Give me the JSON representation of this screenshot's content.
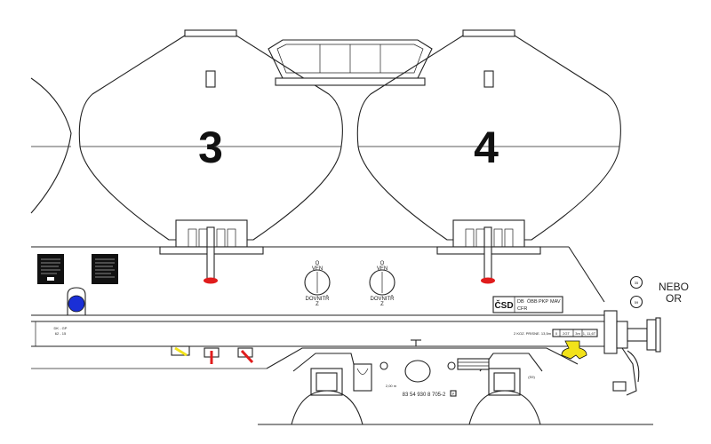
{
  "hoppers": [
    {
      "number": "3"
    },
    {
      "number": "4"
    }
  ],
  "valves": [
    {
      "top": "O",
      "mid": "VEN",
      "bottom1": "DOVNITŘ",
      "bottom2": "Z"
    },
    {
      "top": "O",
      "mid": "VEN",
      "bottom1": "DOVNITŘ",
      "bottom2": "Z"
    }
  ],
  "ownership": {
    "csd": "ČSD",
    "row1": [
      "DB",
      "ÖBB",
      "PKP",
      "MAV"
    ],
    "row2": "CFR"
  },
  "brake_label": {
    "line1": "DK - GP",
    "line2": "62 - 15"
  },
  "load_note": "2 KOZ. PRISNE. 13,5m",
  "load_table": [
    "0",
    "2GT",
    "3m",
    "1, 11,6T"
  ],
  "distance": "2,00 m",
  "wagon_number": "83 54 930 8 705-2",
  "wagon_number_suffix": "P",
  "axle_note": "(S9)",
  "markers": [
    {
      "value": "35"
    },
    {
      "value": "59"
    }
  ],
  "alt_note": {
    "line1": "NEBO",
    "line2": "OR"
  },
  "colors": {
    "blue_disc": "#1a2fd6",
    "red_outlet": "#e01c1c",
    "yellow_hook": "#f2e21a",
    "line": "#222222"
  }
}
